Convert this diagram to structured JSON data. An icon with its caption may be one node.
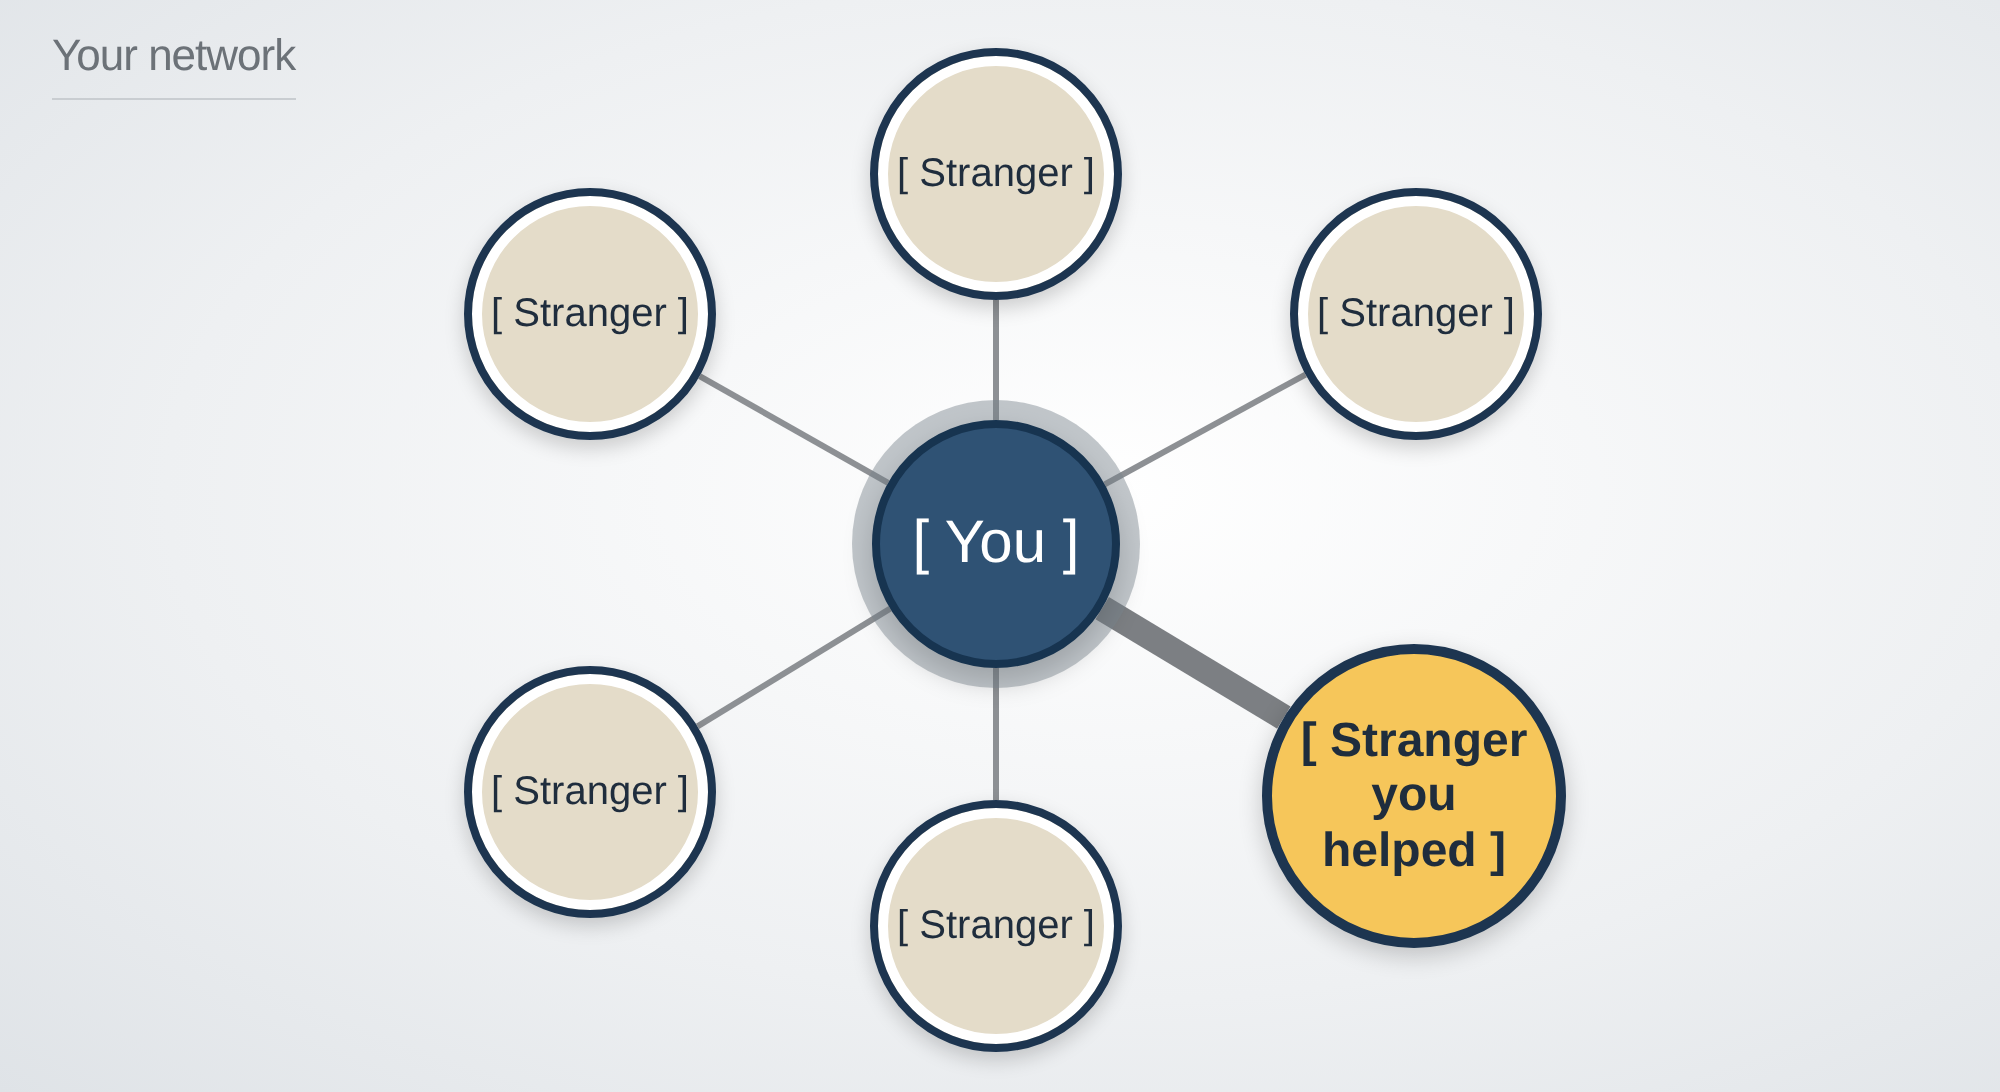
{
  "diagram": {
    "title": "Your network",
    "nodes": [
      {
        "text": [
          "[ Stranger ]"
        ]
      },
      {
        "text": [
          "[ Stranger ]"
        ]
      },
      {
        "text": [
          "[ Stranger ]"
        ]
      },
      {
        "text": [
          "[ You ]"
        ]
      },
      {
        "text": [
          "[ Stranger ]"
        ]
      },
      {
        "text": [
          "[ Stranger you helped ]"
        ]
      },
      {
        "text": [
          "[ Stranger ]"
        ]
      }
    ],
    "edges": [
      {
        "from": 3,
        "to": 0,
        "arrow": "none"
      },
      {
        "from": 3,
        "to": 1,
        "arrow": "none"
      },
      {
        "from": 3,
        "to": 2,
        "arrow": "none"
      },
      {
        "from": 3,
        "to": 4,
        "arrow": "none"
      },
      {
        "from": 3,
        "to": 5,
        "arrow": "none",
        "style": "thick"
      },
      {
        "from": 3,
        "to": 6,
        "arrow": "none"
      }
    ]
  }
}
